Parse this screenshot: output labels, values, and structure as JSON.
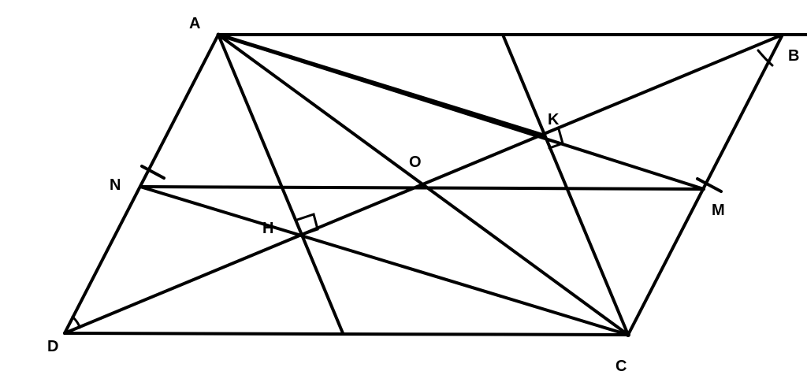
{
  "labels": {
    "A": "A",
    "B": "B",
    "C": "C",
    "D": "D",
    "O": "O",
    "N": "N",
    "M": "M",
    "H": "H",
    "K": "K"
  },
  "colors": {
    "stroke": "#000000",
    "background": "#ffffff"
  }
}
